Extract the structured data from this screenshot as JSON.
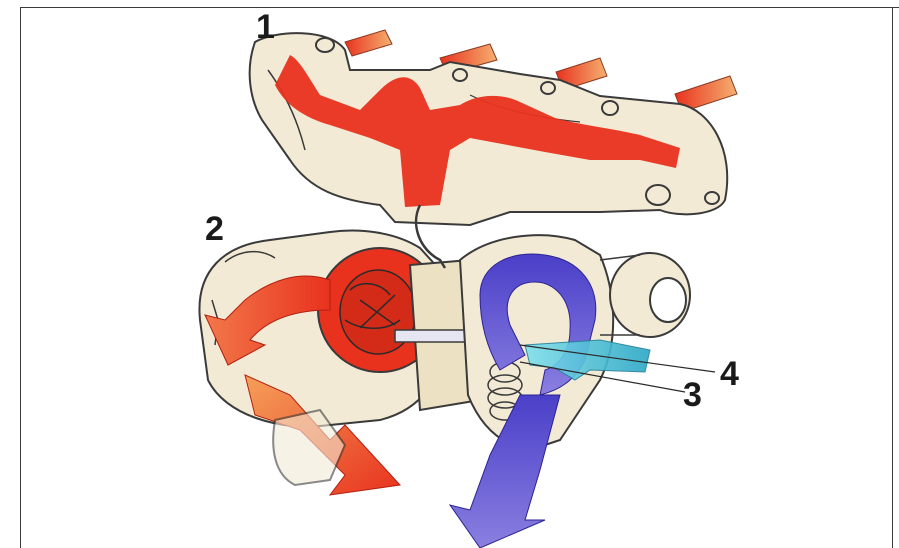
{
  "callouts": {
    "c1": "1",
    "c2": "2",
    "c3": "3",
    "c4": "4"
  },
  "colors": {
    "exhaust": "#e8321e",
    "exhaust_light": "#f2784a",
    "intake": "#4a3fc8",
    "intake_light": "#8a7fe0",
    "cyan": "#4bc6dc",
    "housing": "#f3ead6",
    "outline": "#3a3a3a"
  }
}
